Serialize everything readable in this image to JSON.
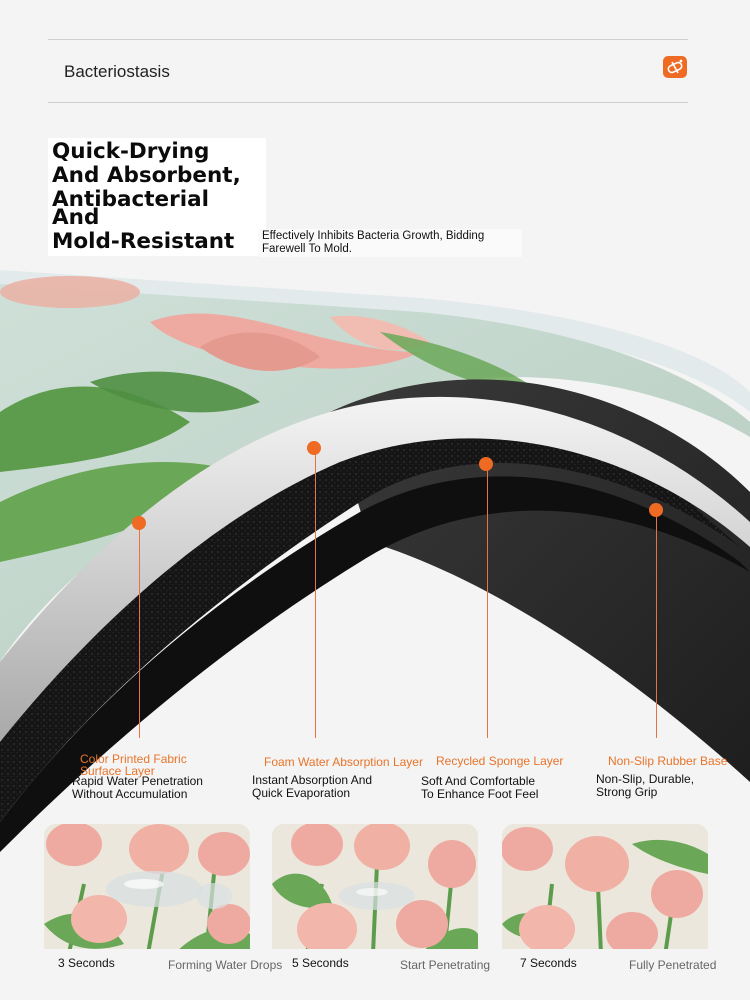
{
  "header": {
    "title": "Bacteriostasis",
    "icon": "bacteria-shield-icon"
  },
  "headline": {
    "lines": [
      "Quick-Drying",
      "And Absorbent,",
      "Antibacterial",
      "And",
      "Mold-Resistant"
    ]
  },
  "subheadline": {
    "lines": [
      "Effectively Inhibits Bacteria Growth, Bidding",
      "Farewell To Mold."
    ]
  },
  "layers": [
    {
      "title": [
        "Color Printed Fabric",
        "Surface Layer"
      ],
      "desc": [
        "Rapid Water Penetration",
        "Without Accumulation"
      ]
    },
    {
      "title": [
        "Foam Water Absorption Layer"
      ],
      "desc": [
        "Instant Absorption And",
        "Quick Evaporation"
      ]
    },
    {
      "title": [
        "Recycled Sponge Layer"
      ],
      "desc": [
        "Soft And Comfortable",
        "To Enhance Foot Feel"
      ]
    },
    {
      "title": [
        "Non-Slip Rubber Base"
      ],
      "desc": [
        "Non-Slip, Durable,",
        "Strong Grip"
      ]
    }
  ],
  "stages": [
    {
      "time": "3 Seconds",
      "state": "Forming Water Drops"
    },
    {
      "time": "5 Seconds",
      "state": "Start Penetrating"
    },
    {
      "time": "7 Seconds",
      "state": "Fully Penetrated"
    }
  ],
  "colors": {
    "accent": "#ef6a23",
    "rubber": "#2a2a2a",
    "sponge": "#141414",
    "fabric": "#bfd3c8",
    "tulip": "#eeaaa0",
    "leaf": "#5c9c4c"
  }
}
